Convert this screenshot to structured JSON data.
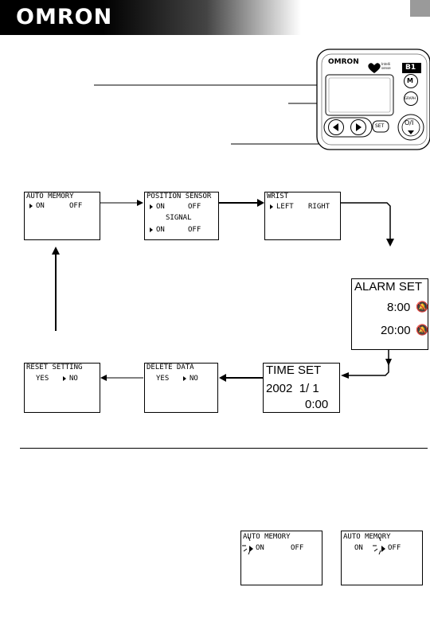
{
  "brand": {
    "logo": "OMRON"
  },
  "device": {
    "logo": "OMRON",
    "sensor_logo": "Intelli sense",
    "b1_label": "B1",
    "m_label": "M",
    "graph_label": "GRAPH",
    "set_label": "SET",
    "power_label": "O/I"
  },
  "flow": {
    "auto_memory": {
      "title": "AUTO MEMORY",
      "opt_on": "ON",
      "opt_off": "OFF"
    },
    "position_sensor": {
      "title": "POSITION SENSOR",
      "opt_on": "ON",
      "opt_off": "OFF",
      "signal": "SIGNAL",
      "sig_on": "ON",
      "sig_off": "OFF"
    },
    "wrist": {
      "title": "WRIST",
      "opt_left": "LEFT",
      "opt_right": "RIGHT"
    },
    "alarm_set": {
      "title": "ALARM SET",
      "time1": "8:00",
      "time2": "20:00"
    },
    "time_set": {
      "title": "TIME SET",
      "date": "2002  1/ 1",
      "time": "0:00"
    },
    "delete_data": {
      "title": "DELETE DATA",
      "opt_yes": "YES",
      "opt_no": "NO"
    },
    "reset_setting": {
      "title": "RESET SETTING",
      "opt_yes": "YES",
      "opt_no": "NO"
    }
  },
  "example": {
    "left": {
      "title": "AUTO MEMORY",
      "opt_on": "ON",
      "opt_off": "OFF"
    },
    "right": {
      "title": "AUTO MEMORY",
      "opt_on": "ON",
      "opt_off": "OFF"
    }
  }
}
